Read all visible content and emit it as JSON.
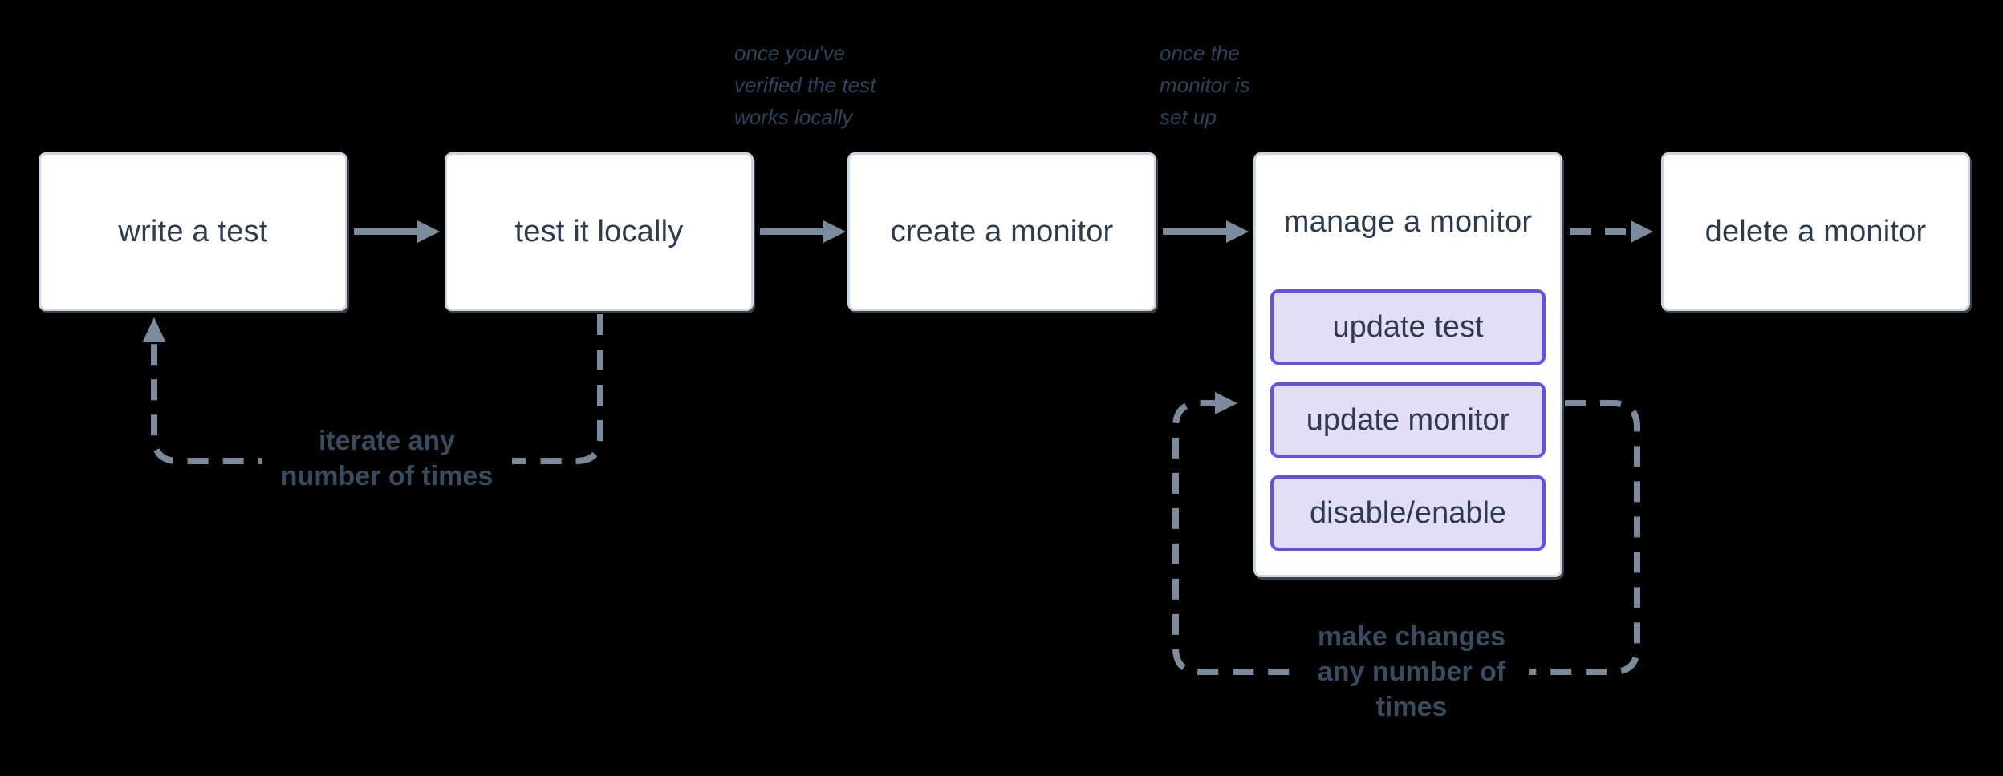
{
  "nodes": {
    "write_test": "write a test",
    "test_locally": "test it locally",
    "create_monitor": "create a monitor",
    "manage_monitor": "manage a monitor",
    "delete_monitor": "delete a monitor"
  },
  "manage_actions": {
    "update_test": "update test",
    "update_monitor": "update monitor",
    "disable_enable": "disable/enable"
  },
  "annotations": {
    "once_verified": {
      "l1": "once you've",
      "l2": "verified the test",
      "l3": "works locally"
    },
    "once_setup": {
      "l1": "once the",
      "l2": "monitor is",
      "l3": "set up"
    },
    "iterate_loop": {
      "l1": "iterate any",
      "l2": "number of times"
    },
    "changes_loop": {
      "l1": "make changes",
      "l2": "any number of",
      "l3": "times"
    }
  },
  "colors": {
    "background": "#000000",
    "node_fill": "#ffffff",
    "node_border": "#ccd6e1",
    "node_text": "#2d3b4b",
    "arrow": "#7c8b9b",
    "annotation_text": "#31435a",
    "loop_label_text": "#394b5e",
    "action_fill": "#e3def8",
    "action_border": "#6152e4"
  }
}
